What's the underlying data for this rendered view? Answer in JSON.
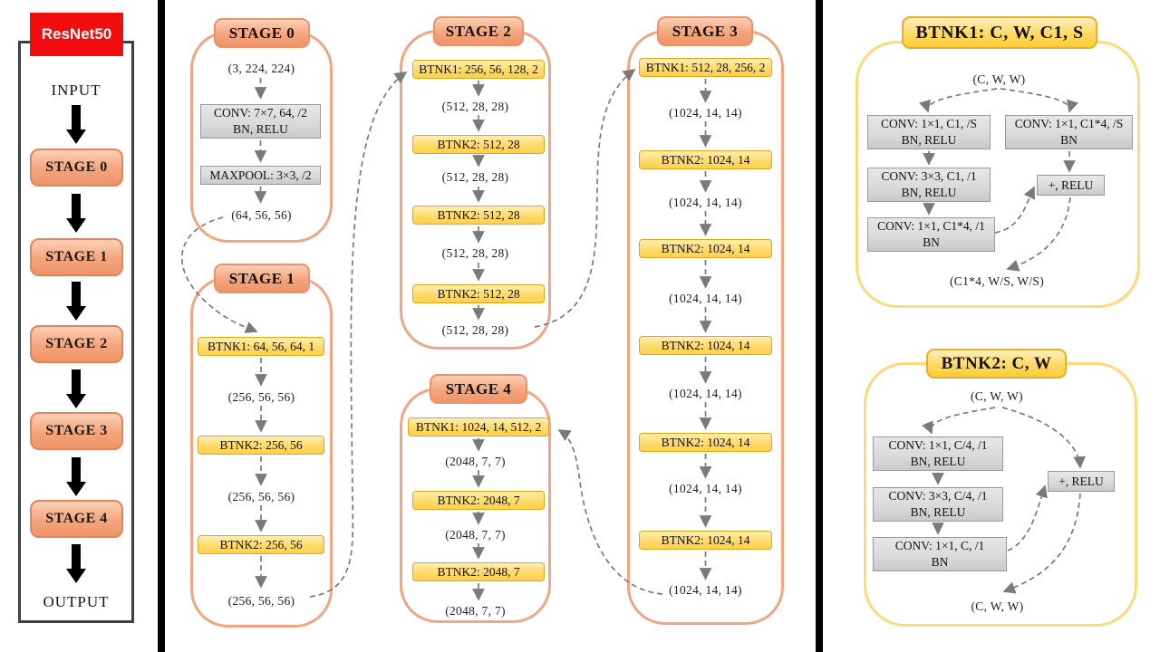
{
  "left_panel": {
    "title": "ResNet50",
    "input_label": "INPUT",
    "output_label": "OUTPUT",
    "stages": [
      {
        "label": "STAGE 0"
      },
      {
        "label": "STAGE 1"
      },
      {
        "label": "STAGE 2"
      },
      {
        "label": "STAGE 3"
      },
      {
        "label": "STAGE 4"
      }
    ]
  },
  "stage0": {
    "title": "STAGE 0",
    "input": "(3, 224, 224)",
    "conv": {
      "line1": "CONV:  7×7, 64, /2",
      "line2": "BN, RELU"
    },
    "pool": "MAXPOOL:  3×3, /2",
    "output": "(64, 56, 56)"
  },
  "stage1": {
    "title": "STAGE 1",
    "rows": [
      "BTNK1:  64, 56, 64, 1",
      "(256, 56, 56)",
      "BTNK2:  256, 56",
      "(256, 56, 56)",
      "BTNK2:  256, 56",
      "(256, 56, 56)"
    ]
  },
  "stage2": {
    "title": "STAGE 2",
    "rows": [
      "BTNK1:  256, 56, 128, 2",
      "(512, 28, 28)",
      "BTNK2:  512, 28",
      "(512, 28, 28)",
      "BTNK2:  512, 28",
      "(512, 28, 28)",
      "BTNK2:  512, 28",
      "(512, 28, 28)"
    ]
  },
  "stage3": {
    "title": "STAGE 3",
    "rows": [
      "BTNK1:  512, 28, 256, 2",
      "(1024, 14, 14)",
      "BTNK2:  1024, 14",
      "(1024, 14, 14)",
      "BTNK2:  1024, 14",
      "(1024, 14, 14)",
      "BTNK2:  1024, 14",
      "(1024, 14, 14)",
      "BTNK2:  1024, 14",
      "(1024, 14, 14)",
      "BTNK2:  1024, 14",
      "(1024, 14, 14)"
    ]
  },
  "stage4": {
    "title": "STAGE 4",
    "rows": [
      "BTNK1:  1024, 14, 512, 2",
      "(2048, 7, 7)",
      "BTNK2:  2048, 7",
      "(2048, 7, 7)",
      "BTNK2:  2048, 7",
      "(2048, 7, 7)"
    ]
  },
  "btnk1": {
    "title": "BTNK1: C, W, C1, S",
    "input": "(C, W, W)",
    "conv_a1": {
      "line1": "CONV:  1×1, C1, /S",
      "line2": "BN, RELU"
    },
    "conv_a2": {
      "line1": "CONV:  3×3, C1, /1",
      "line2": "BN, RELU"
    },
    "conv_a3": {
      "line1": "CONV:  1×1, C1*4, /1",
      "line2": "BN"
    },
    "conv_b": {
      "line1": "CONV:  1×1, C1*4, /S",
      "line2": "BN"
    },
    "plus": "+, RELU",
    "output": "(C1*4,  W/S, W/S)"
  },
  "btnk2": {
    "title": "BTNK2: C, W",
    "input": "(C, W, W)",
    "conv1": {
      "line1": "CONV:  1×1, C/4, /1",
      "line2": "BN, RELU"
    },
    "conv2": {
      "line1": "CONV:  3×3, C/4, /1",
      "line2": "BN, RELU"
    },
    "conv3": {
      "line1": "CONV:  1×1, C, /1",
      "line2": "BN"
    },
    "plus": "+, RELU",
    "output": "(C, W, W)"
  },
  "colors": {
    "stage_border": "#f2a583",
    "stage_header_fill": "#f4a57c",
    "btnk_border": "#ffd978",
    "btnk_fill": "#ffd24d",
    "gray_fill": "#d9d9d9",
    "title_red": "#f10d0d",
    "connector_gray": "#7a7a7a"
  }
}
